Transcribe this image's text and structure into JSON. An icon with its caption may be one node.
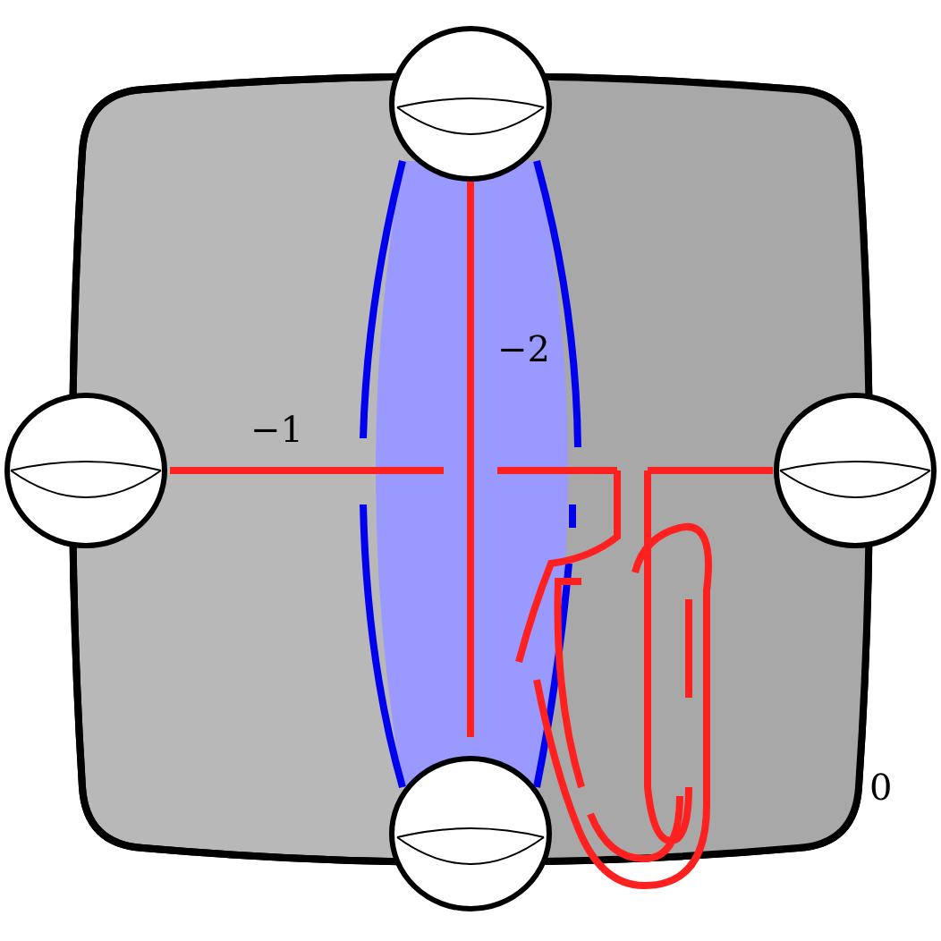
{
  "diagram": {
    "labels": [
      "−2",
      "−1",
      "0"
    ]
  }
}
